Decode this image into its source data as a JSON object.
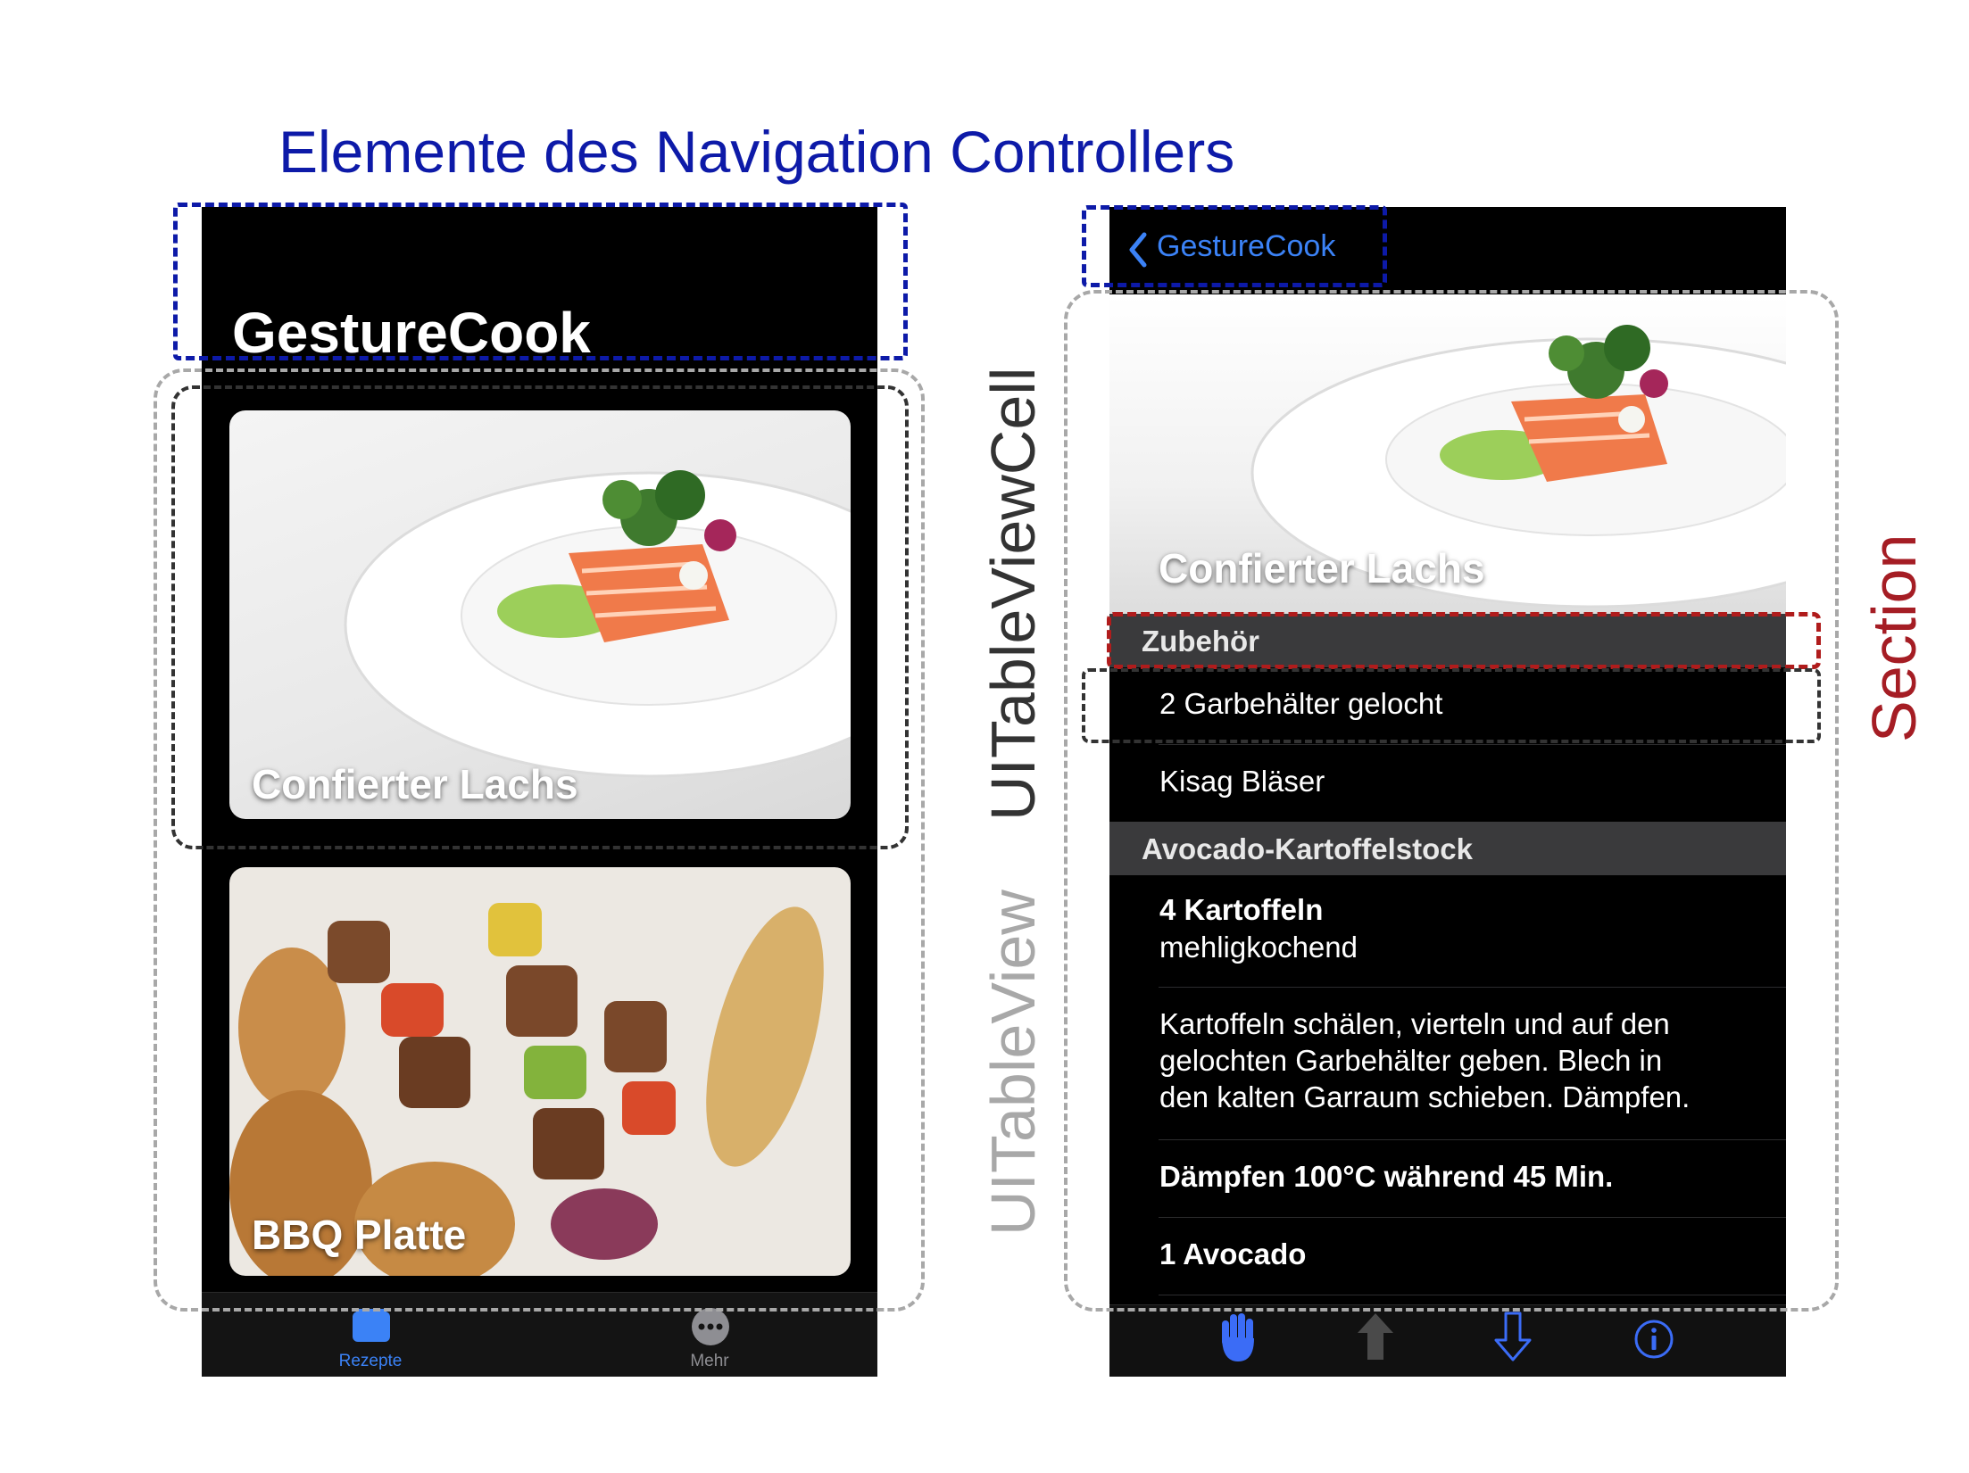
{
  "diagram": {
    "title": "Elemente des Navigation Controllers",
    "labels": {
      "cell": "UITableViewCell",
      "table": "UITableView",
      "section": "Section"
    }
  },
  "left_screen": {
    "large_title": "GestureCook",
    "cards": [
      {
        "label": "Confierter Lachs"
      },
      {
        "label": "BBQ Platte"
      }
    ],
    "tabs": [
      {
        "label": "Rezepte",
        "icon": "folder-icon",
        "active": true
      },
      {
        "label": "Mehr",
        "icon": "more-icon",
        "active": false
      }
    ]
  },
  "right_screen": {
    "back_label": "GestureCook",
    "hero_title": "Confierter Lachs",
    "sections": [
      {
        "header": "Zubehör",
        "rows": [
          "2 Garbehälter gelocht",
          "Kisag Bläser"
        ]
      },
      {
        "header": "Avocado-Kartoffelstock",
        "rows": [
          {
            "title": "4 Kartoffeln",
            "subtitle": "mehligkochend"
          },
          {
            "lines": [
              "Kartoffeln schälen, vierteln und auf den",
              "gelochten Garbehälter geben. Blech in",
              "den kalten Garraum schieben. Dämpfen."
            ]
          },
          {
            "title": "Dämpfen 100°C während 45 Min."
          },
          {
            "title": "1 Avocado"
          }
        ]
      }
    ],
    "toolbar": [
      "hand-icon",
      "arrow-up-icon",
      "arrow-down-icon",
      "info-icon"
    ]
  },
  "colors": {
    "nav_box": "#0d1aa8",
    "section_box": "#b01c1c",
    "cell_box": "#333333",
    "table_box": "#a8a8a8",
    "ios_blue": "#3b82f6"
  }
}
